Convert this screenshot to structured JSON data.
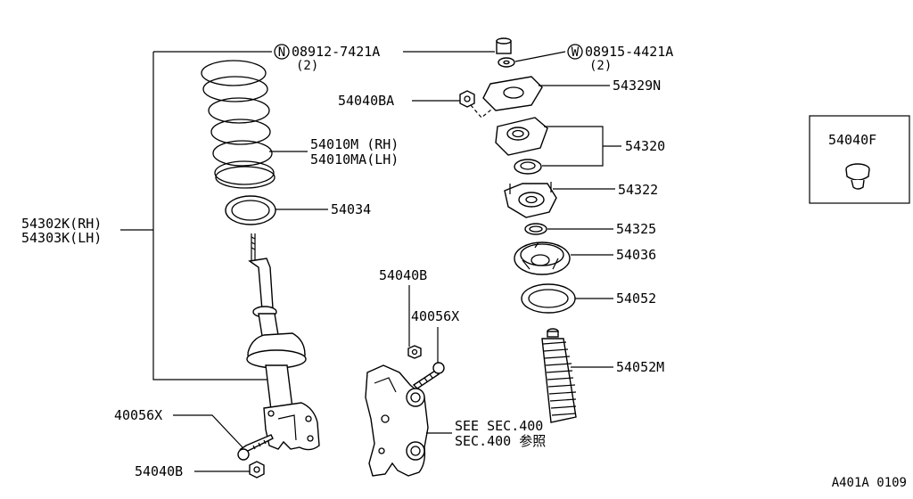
{
  "labels": {
    "nut_n": "08912-7421A",
    "nut_n_qty": "(2)",
    "nut_n_prefix": "N",
    "washer_w": "08915-4421A",
    "washer_w_qty": "(2)",
    "washer_w_prefix": "W",
    "nut_54040BA": "54040BA",
    "mount_54329N": "54329N",
    "spring_rh": "54010M  (RH)",
    "spring_lh": "54010MA(LH)",
    "seat_54034": "54034",
    "mount_54320": "54320",
    "mount_54322": "54322",
    "washer_54325": "54325",
    "seat_54036": "54036",
    "seat_54052": "54052",
    "boot_54052M": "54052M",
    "strut_rh": "54302K(RH)",
    "strut_lh": "54303K(LH)",
    "nut_54040B_mid": "54040B",
    "bolt_40056X_mid": "40056X",
    "bolt_40056X_left": "40056X",
    "nut_54040B_left": "54040B",
    "see_sec_1": "SEE SEC.400",
    "see_sec_2": "SEC.400 参照",
    "inset_part": "54040F",
    "diagram_code": "A401A 0109"
  }
}
